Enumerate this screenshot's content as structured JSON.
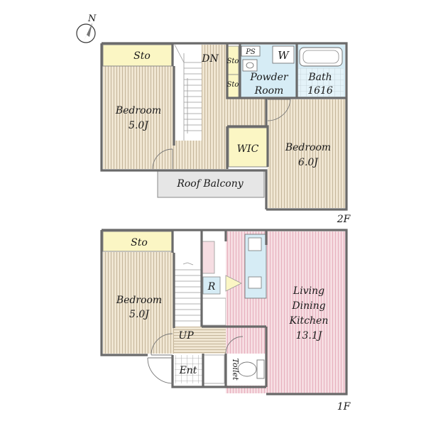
{
  "compass": {
    "north_label": "N"
  },
  "floor2": {
    "floor_label": "2F",
    "rooms": {
      "storage_left": "Sto",
      "bedroom_left_name": "Bedroom",
      "bedroom_left_size": "5.0J",
      "stairs_down": "DN",
      "storage_small_upper": "Sto",
      "storage_small_lower": "Sto",
      "pipe_shaft": "PS",
      "washer": "W",
      "powder_room_line1": "Powder",
      "powder_room_line2": "Room",
      "bath_name": "Bath",
      "bath_size": "1616",
      "walk_in_closet": "WIC",
      "bedroom_right_name": "Bedroom",
      "bedroom_right_size": "6.0J",
      "roof_balcony": "Roof Balcony"
    }
  },
  "floor1": {
    "floor_label": "1F",
    "rooms": {
      "storage": "Sto",
      "bedroom_name": "Bedroom",
      "bedroom_size": "5.0J",
      "stairs_up": "UP",
      "refrigerator": "R",
      "entrance": "Ent",
      "toilet": "Toilet",
      "ldk_line1": "Living",
      "ldk_line2": "Dining",
      "ldk_line3": "Kitchen",
      "ldk_size": "13.1J"
    }
  },
  "colors": {
    "wall": "#6a6a6a",
    "floor_wood": "#f0e6d2",
    "floor_wood_line": "#b9a98c",
    "storage_yellow": "#fbf6c4",
    "wet_area_blue": "#d6ecf5",
    "ldk_pink": "#f6dde2",
    "ldk_pink_line": "#e3a3b3",
    "balcony_grey": "#e6e6e6"
  }
}
